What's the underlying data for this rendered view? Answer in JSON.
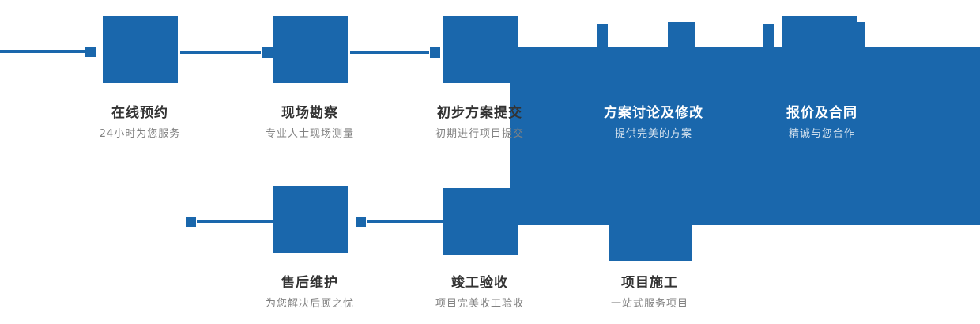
{
  "theme": {
    "blue": "#1a67ac",
    "title_color": "#333333",
    "subtitle_color": "#828282",
    "on_blue_title": "#ffffff",
    "on_blue_subtitle": "#d3e1ee",
    "bg": "#ffffff"
  },
  "process": {
    "steps": [
      {
        "title": "在线预约",
        "subtitle": "24小时为您服务"
      },
      {
        "title": "现场勘察",
        "subtitle": "专业人士现场测量"
      },
      {
        "title": "初步方案提交",
        "subtitle": "初期进行项目提交"
      },
      {
        "title": "方案讨论及修改",
        "subtitle": "提供完美的方案"
      },
      {
        "title": "报价及合同",
        "subtitle": "精诚与您合作"
      },
      {
        "title": "项目施工",
        "subtitle": "一站式服务项目"
      },
      {
        "title": "竣工验收",
        "subtitle": "项目完美收工验收"
      },
      {
        "title": "售后维护",
        "subtitle": "为您解决后顾之忧"
      }
    ]
  }
}
